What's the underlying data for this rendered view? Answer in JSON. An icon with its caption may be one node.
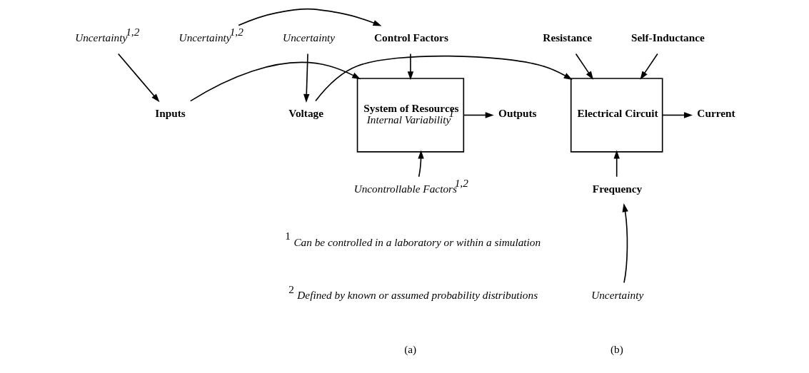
{
  "diagram": {
    "nodes": [
      {
        "text": [
          "Control Factors"
        ]
      },
      {
        "text": [
          "Uncertainty$^{1,2}$"
        ]
      },
      {
        "text": [
          "Uncertainty$^{1,2}$"
        ]
      },
      {
        "text": [
          "System of Resources",
          "Internal Variability$^{1}$"
        ]
      },
      {
        "text": [
          "Inputs"
        ]
      },
      {
        "text": [
          "Outputs"
        ]
      },
      {
        "text": [
          "Uncontrollable Factors$^{1,2}$"
        ]
      },
      {
        "text": [
          "Resistance"
        ]
      },
      {
        "text": [
          "Self-Inductance"
        ]
      },
      {
        "text": [
          "Uncertainty"
        ]
      },
      {
        "text": [
          "Voltage"
        ]
      },
      {
        "text": [
          "Electrical Circuit"
        ]
      },
      {
        "text": [
          "Current"
        ]
      },
      {
        "text": [
          "Frequency"
        ]
      },
      {
        "text": [
          "Uncertainty"
        ]
      }
    ],
    "edges": [
      {
        "from": 1,
        "to": 0,
        "arrow": "to"
      },
      {
        "from": 0,
        "to": 3,
        "arrow": "to"
      },
      {
        "from": 2,
        "to": 4,
        "arrow": "to"
      },
      {
        "from": 4,
        "to": 3,
        "arrow": "to"
      },
      {
        "from": 3,
        "to": 5,
        "arrow": "to"
      },
      {
        "from": 6,
        "to": 3,
        "arrow": "to"
      },
      {
        "from": 7,
        "to": 11,
        "arrow": "to"
      },
      {
        "from": 8,
        "to": 11,
        "arrow": "to"
      },
      {
        "from": 9,
        "to": 10,
        "arrow": "to"
      },
      {
        "from": 10,
        "to": 11,
        "arrow": "to"
      },
      {
        "from": 13,
        "to": 11,
        "arrow": "to"
      },
      {
        "from": 14,
        "to": 13,
        "arrow": "to"
      },
      {
        "from": 11,
        "to": 12,
        "arrow": "to"
      }
    ],
    "labels": [
      "$^{1}$ *Can be controlled in a laboratory or within a simulation*",
      "$^{2}$ *Defined by known or assumed probability distributions*",
      "(a)",
      "(b)"
    ]
  }
}
